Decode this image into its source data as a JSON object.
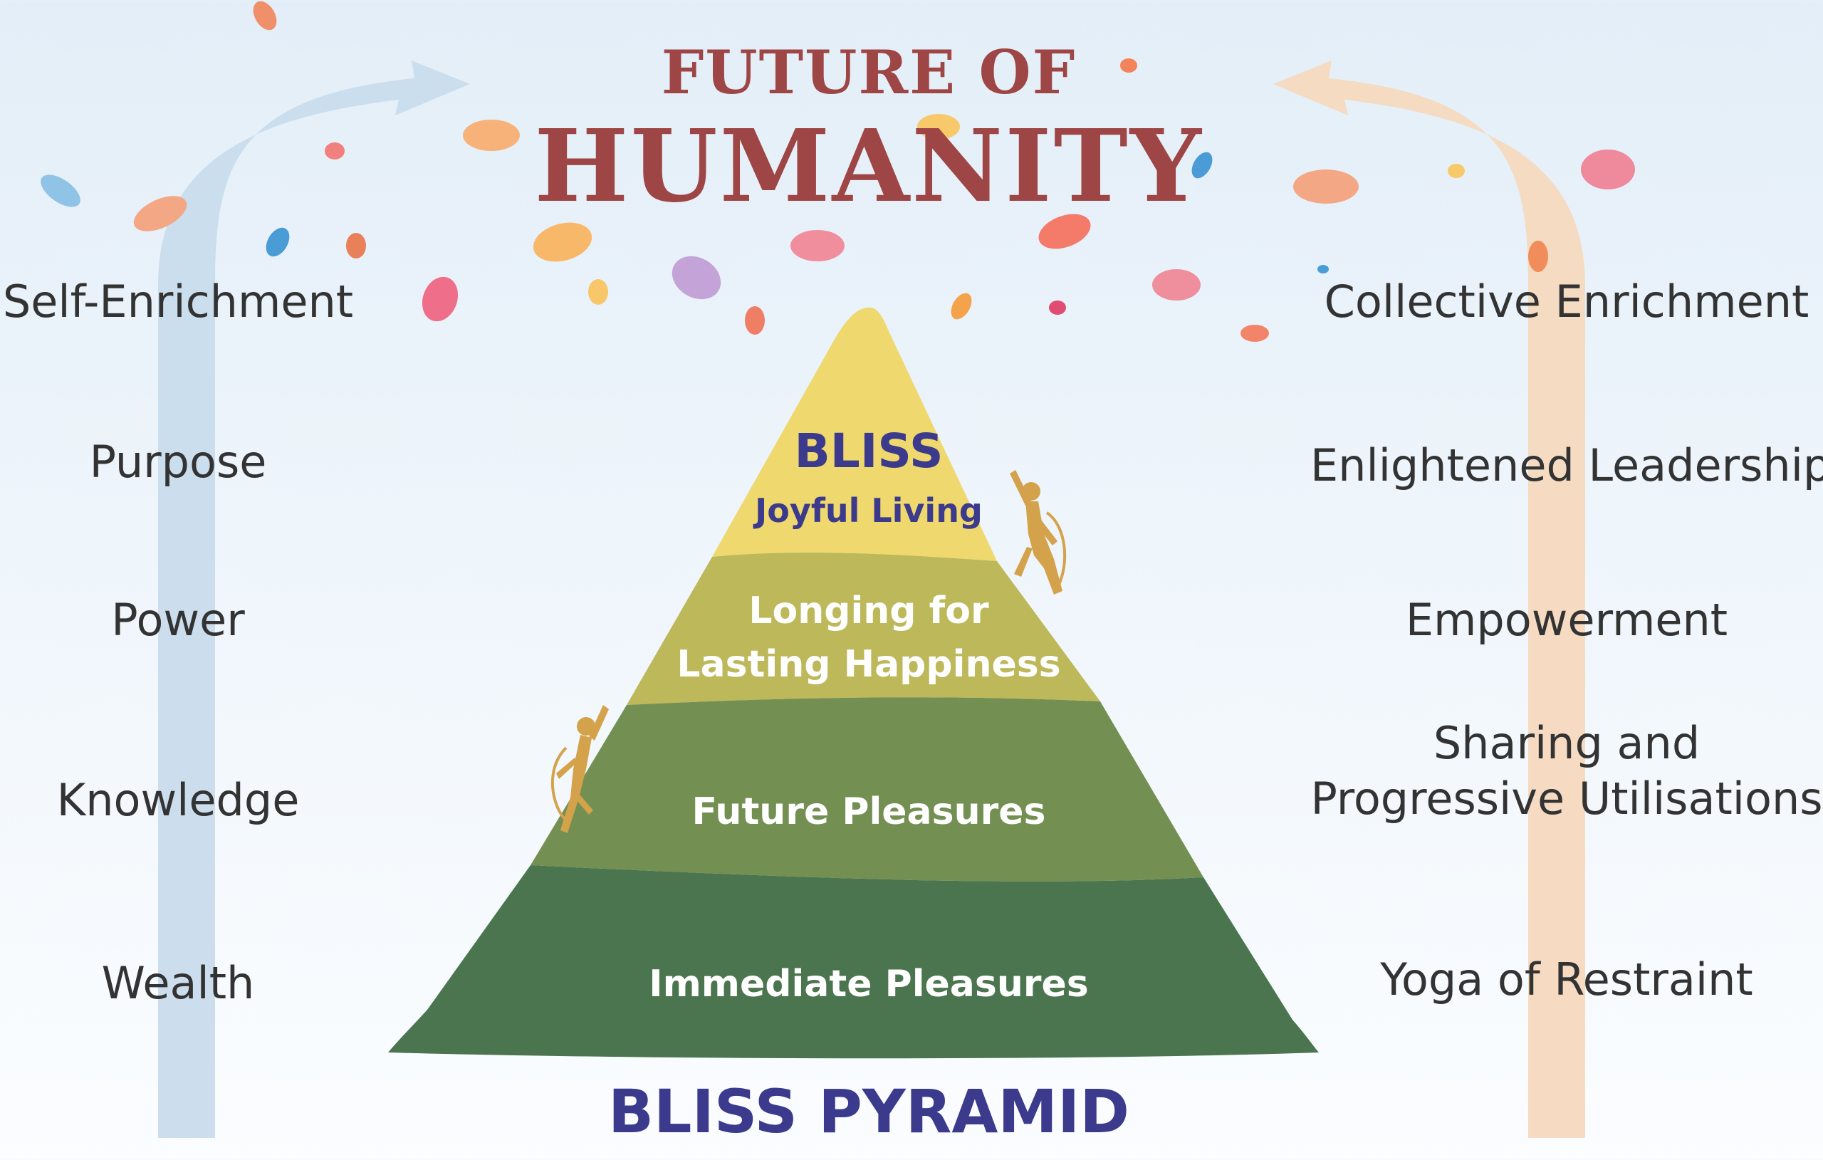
{
  "header": {
    "title_top": "FUTURE OF",
    "title_main": "HUMANITY"
  },
  "left_column": {
    "items": [
      {
        "label": "Self-Enrichment"
      },
      {
        "label": "Purpose"
      },
      {
        "label": "Power"
      },
      {
        "label": "Knowledge"
      },
      {
        "label": "Wealth"
      }
    ]
  },
  "right_column": {
    "items": [
      {
        "label": "Collective Enrichment"
      },
      {
        "label": "Enlightened Leadership"
      },
      {
        "label": "Empowerment"
      },
      {
        "label": "Sharing and"
      },
      {
        "label": "Progressive Utilisations"
      },
      {
        "label": "Yoga of Restraint"
      }
    ]
  },
  "pyramid": {
    "tiers": [
      {
        "title": "BLISS",
        "subtitle": "Joyful Living",
        "color": "#efd86d"
      },
      {
        "line1": "Longing for",
        "line2": "Lasting Happiness",
        "color": "#bdb85a"
      },
      {
        "label": "Future Pleasures",
        "color": "#748f52"
      },
      {
        "label": "Immediate Pleasures",
        "color": "#4b754e"
      }
    ],
    "caption": "BLISS PYRAMID"
  },
  "colors": {
    "title": "#9e4545",
    "tier_text_dark": "#3b3a8c",
    "left_arrow": "#c9dcec",
    "right_arrow": "#f6d9bf",
    "climber": "#d4a24a"
  },
  "icons": {
    "climbers": "climber-icon",
    "petals": "lotus-petal-icon"
  }
}
